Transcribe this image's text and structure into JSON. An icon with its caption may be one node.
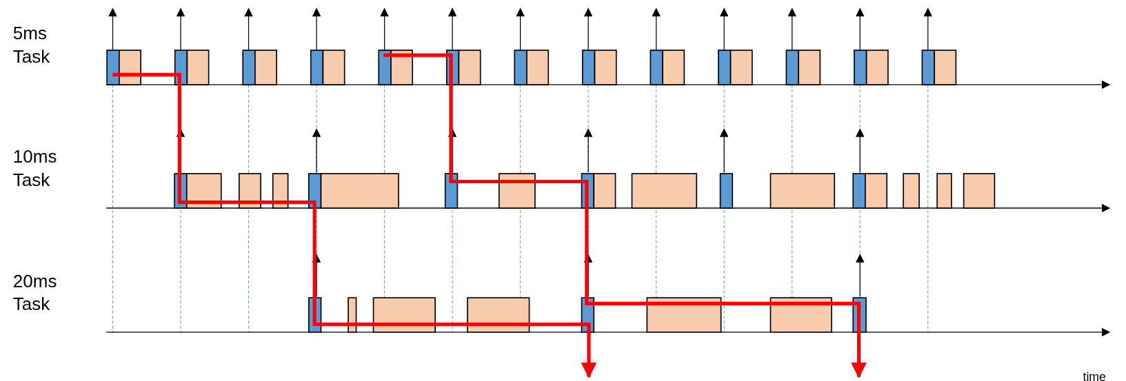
{
  "diagram": {
    "labels": [
      "5ms Task",
      "10ms Task",
      "20ms Task",
      "time"
    ]
  }
}
